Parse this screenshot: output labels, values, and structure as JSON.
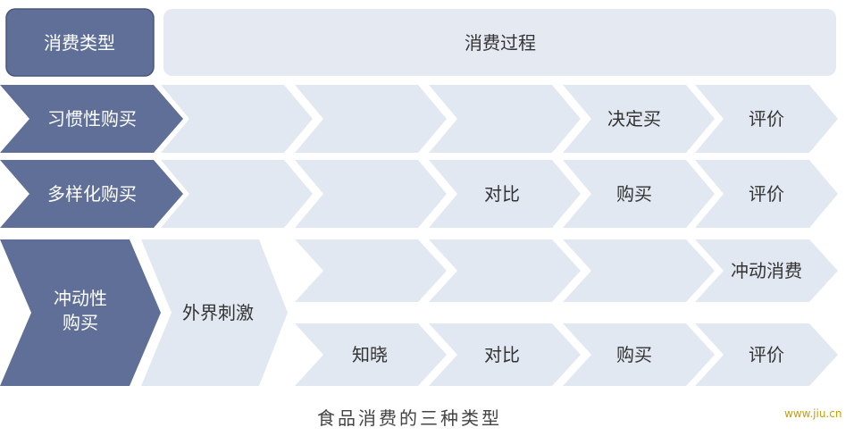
{
  "header": {
    "type_label": "消费类型",
    "process_label": "消费过程"
  },
  "rows": {
    "habitual": {
      "label": "习惯性购买",
      "steps": [
        "",
        "",
        "",
        "决定买",
        "评价"
      ]
    },
    "variety": {
      "label": "多样化购买",
      "steps": [
        "",
        "",
        "对比",
        "购买",
        "评价"
      ]
    },
    "impulse": {
      "label_line1": "冲动性",
      "label_line2": "购买",
      "stimulus": "外界刺激",
      "top_steps": [
        "",
        "",
        "",
        "冲动消费"
      ],
      "bottom_steps": [
        "知晓",
        "对比",
        "购买",
        "评价"
      ]
    }
  },
  "caption": "食品消费的三种类型",
  "watermark": "www.jiu.cn",
  "colors": {
    "dark": "#5f6f97",
    "light": "#e2e8f1",
    "header_light": "#e4e9f2",
    "text_dark": "#ffffff",
    "text_light": "#333333"
  }
}
